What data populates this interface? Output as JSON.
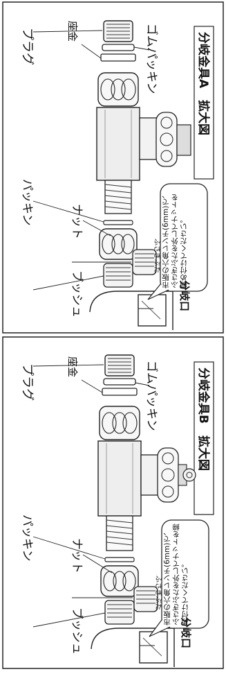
{
  "panels": [
    {
      "title": "分岐金具A　拡大図",
      "labels": {
        "rubber_packing": "ゴムパッキン",
        "washer": "座金",
        "plug": "プラグ",
        "packing": "パッキン",
        "nut": "ナット",
        "bushing": "ブッシュ",
        "blind_cap": "ふさぎぶた",
        "branch_port": "分岐口"
      },
      "note": "市販の六角レンチ(6mm)で、ふさぎぶたを外してナットを締め付けてください。"
    },
    {
      "title": "分岐金具B　拡大図",
      "labels": {
        "rubber_packing": "ゴムパッキン",
        "washer": "座金",
        "plug": "プラグ",
        "packing": "パッキン",
        "nut": "ナット",
        "bushing": "ブッシュ",
        "blind_cap": "ふさぎぶた",
        "branch_port": "分岐口"
      },
      "note": "市販の六角レンチ(6mm)で、ふさぎぶたを外してナットを締め付けてください。"
    }
  ]
}
